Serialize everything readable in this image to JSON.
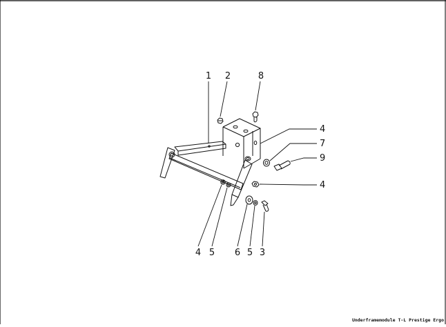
{
  "drawing": {
    "caption": "Underframemodule T-L Prestige Ergo",
    "callouts": [
      {
        "id": "c1",
        "label": "1"
      },
      {
        "id": "c2",
        "label": "2"
      },
      {
        "id": "c8",
        "label": "8"
      },
      {
        "id": "c4a",
        "label": "4"
      },
      {
        "id": "c7",
        "label": "7"
      },
      {
        "id": "c9",
        "label": "9"
      },
      {
        "id": "c4b",
        "label": "4"
      },
      {
        "id": "c4c",
        "label": "4"
      },
      {
        "id": "c5a",
        "label": "5"
      },
      {
        "id": "c6",
        "label": "6"
      },
      {
        "id": "c5b",
        "label": "5"
      },
      {
        "id": "c3",
        "label": "3"
      }
    ]
  }
}
